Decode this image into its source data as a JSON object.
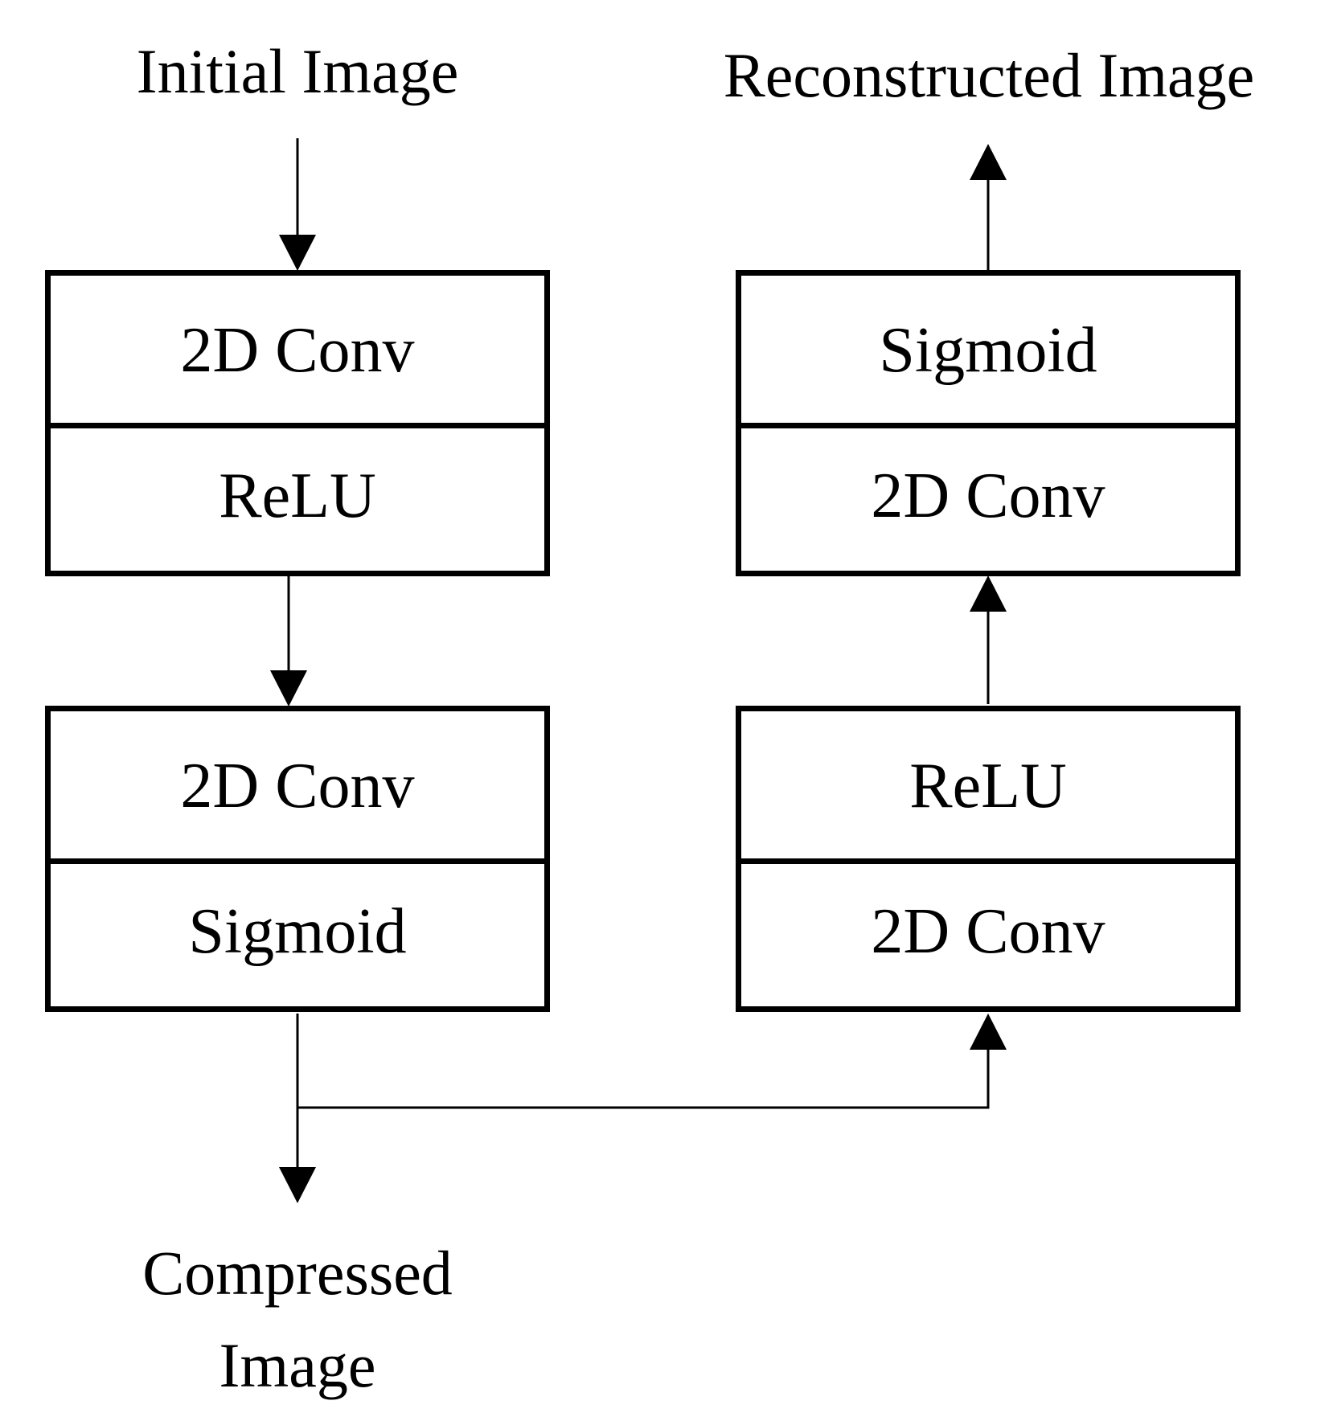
{
  "labels": {
    "input": "Initial Image",
    "output": "Reconstructed Image",
    "compressed_line1": "Compressed",
    "compressed_line2": "Image"
  },
  "encoder": {
    "block1": {
      "top": "2D Conv",
      "bottom": "ReLU"
    },
    "block2": {
      "top": "2D Conv",
      "bottom": "Sigmoid"
    }
  },
  "decoder": {
    "block1": {
      "top": "ReLU",
      "bottom": "2D Conv"
    },
    "block2": {
      "top": "Sigmoid",
      "bottom": "2D Conv"
    }
  },
  "colors": {
    "stroke": "#000000",
    "background": "#ffffff"
  }
}
